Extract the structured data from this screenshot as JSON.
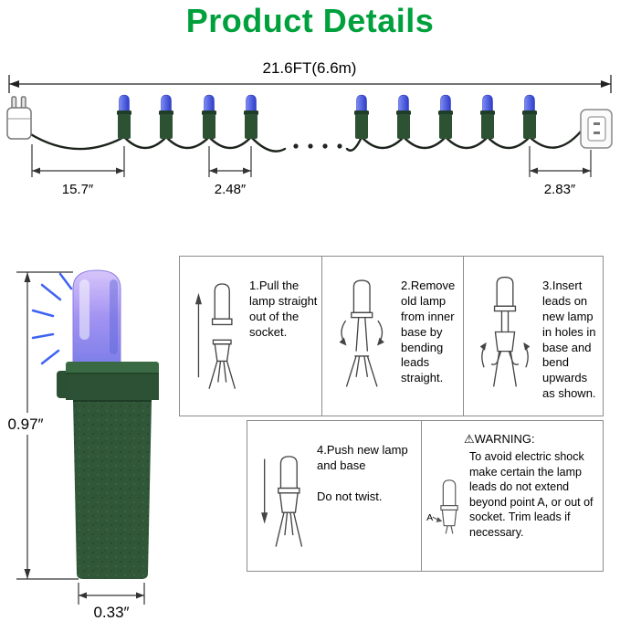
{
  "page": {
    "title": "Product Details"
  },
  "strand": {
    "total_length": "21.6FT(6.6m)",
    "dim_plug_to_first_bulb": "15.7″",
    "dim_bulb_spacing": "2.48″",
    "dim_last_bulb_to_end": "2.83″",
    "bulbs_left_group": 4,
    "bulbs_right_group": 5
  },
  "bulb_detail": {
    "height": "0.97″",
    "width": "0.33″"
  },
  "steps": [
    {
      "label": "1.Pull the lamp straight out of the socket."
    },
    {
      "label": "2.Remove old lamp from inner base by bending leads straight."
    },
    {
      "label": "3.Insert leads on new lamp in holes in base and bend upwards as shown."
    },
    {
      "label": "4.Push new lamp and base\n\nDo not twist."
    }
  ],
  "warning": {
    "title": "⚠WARNING:",
    "body": "To avoid electric shock make certain the lamp leads do not extend beyond point A, or out of socket. Trim leads if necessary.",
    "point_label": "A"
  },
  "colors": {
    "title_green": "#00A03C",
    "bulb_blue": "#3D4FD8",
    "lamp_purple": "#A393F2",
    "socket_green": "#2F5737",
    "wire_dark": "#1C241C"
  }
}
